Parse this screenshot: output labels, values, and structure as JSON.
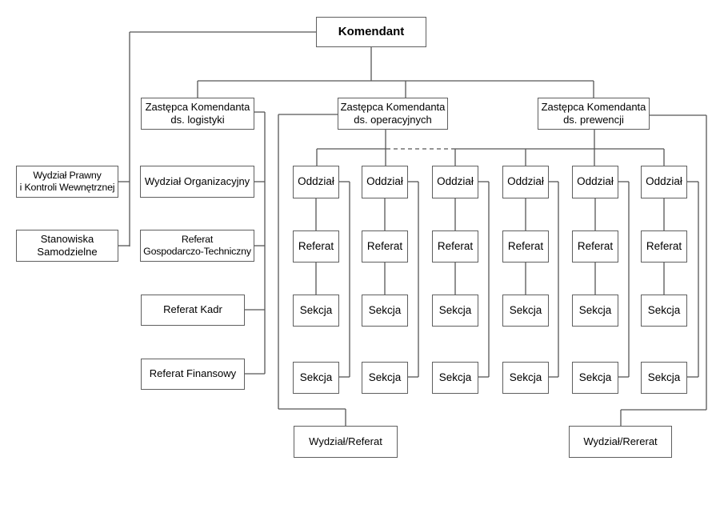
{
  "diagram": {
    "type": "organizational-chart",
    "language": "pl",
    "nodes": {
      "komendant": {
        "label": "Komendant"
      },
      "zastepca_logistyki": {
        "label": "Zastępca Komendanta\nds. logistyki"
      },
      "zastepca_operacyjnych": {
        "label": "Zastępca Komendanta\nds. operacyjnych"
      },
      "zastepca_prewencji": {
        "label": "Zastępca Komendanta\nds. prewencji"
      },
      "wydzial_prawny": {
        "label": "Wydział Prawny\ni Kontroli Wewnętrznej"
      },
      "stanowiska_samodzielne": {
        "label": "Stanowiska\nSamodzielne"
      },
      "wydzial_organizacyjny": {
        "label": "Wydział Organizacyjny"
      },
      "referat_gospodarczo_techniczny": {
        "label": "Referat\nGospodarczo-Techniczny"
      },
      "referat_kadr": {
        "label": "Referat Kadr"
      },
      "referat_finansowy": {
        "label": "Referat Finansowy"
      },
      "wydzial_referat": {
        "label": "Wydział/Referat"
      },
      "wydzial_rererat": {
        "label": "Wydział/Rererat"
      }
    },
    "unit_columns": {
      "count": 6,
      "rows": [
        "Oddział",
        "Referat",
        "Sekcja",
        "Sekcja"
      ]
    },
    "colors": {
      "background": "#ffffff",
      "box_border": "#5f5f5f",
      "connector_line": "#565656",
      "text": "#000000"
    }
  }
}
